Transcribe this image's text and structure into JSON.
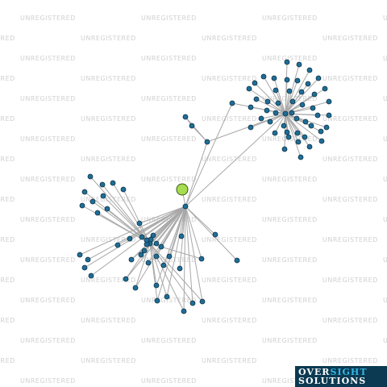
{
  "watermark": {
    "text": "UNREGISTERED"
  },
  "logo": {
    "line1_a": "OVER",
    "line1_b": "SIGHT",
    "line2": "SOLUTIONS"
  },
  "colors": {
    "background": "#ffffff",
    "edge": "#a8a8a8",
    "node_fill": "#1e6e96",
    "node_stroke": "#0d2f45",
    "focus_fill": "#a6dc50",
    "focus_stroke": "#3a5a14",
    "watermark": "#d0d0d0",
    "logo_bg": "#0b3a52",
    "logo_accent": "#33b6e6"
  },
  "graph": {
    "focus_node": "F",
    "nodes": [
      "F",
      "H",
      "T",
      "B",
      "M1",
      "P1",
      "P2",
      "C",
      "R1",
      "R2",
      "G1",
      "G2",
      "G3",
      "G4",
      "G5",
      "G6",
      "G7",
      "G8",
      "G9",
      "G10",
      "L1",
      "L2",
      "L3",
      "L4",
      "L5",
      "L6",
      "L7",
      "L8",
      "L9",
      "L10",
      "L11",
      "L12",
      "L13",
      "L14",
      "L15",
      "L16",
      "L17",
      "L18",
      "L19",
      "L20",
      "L21",
      "L22",
      "L23",
      "L24",
      "L25",
      "L26",
      "L27",
      "L28",
      "L29",
      "L30",
      "L31",
      "L32",
      "U1",
      "U2",
      "U3",
      "U4",
      "U5",
      "U6",
      "U7",
      "U8",
      "U9",
      "U10",
      "U11",
      "U12",
      "U13",
      "U14",
      "U15",
      "U16",
      "U17",
      "U18",
      "U19",
      "U20",
      "U21",
      "U22",
      "U23",
      "U24",
      "U25",
      "U26",
      "U27",
      "U28",
      "U29",
      "U30",
      "U31",
      "U32",
      "U33",
      "U34",
      "U35",
      "U36",
      "U37",
      "U38",
      "U39",
      "U40",
      "U41",
      "U42",
      "U43",
      "U44",
      "U45",
      "U46",
      "U47",
      "U48"
    ],
    "edges": [
      [
        "F",
        "H"
      ],
      [
        "H",
        "T"
      ],
      [
        "H",
        "B"
      ],
      [
        "H",
        "M1"
      ],
      [
        "H",
        "C"
      ],
      [
        "H",
        "R1"
      ],
      [
        "H",
        "R2"
      ],
      [
        "H",
        "L1"
      ],
      [
        "H",
        "L2"
      ],
      [
        "H",
        "L3"
      ],
      [
        "H",
        "L4"
      ],
      [
        "H",
        "L5"
      ],
      [
        "H",
        "L6"
      ],
      [
        "H",
        "L7"
      ],
      [
        "H",
        "L8"
      ],
      [
        "H",
        "L9"
      ],
      [
        "H",
        "L10"
      ],
      [
        "H",
        "L11"
      ],
      [
        "H",
        "L12"
      ],
      [
        "T",
        "P1"
      ],
      [
        "T",
        "P2"
      ],
      [
        "T",
        "M1"
      ],
      [
        "P1",
        "P2"
      ],
      [
        "M1",
        "B"
      ],
      [
        "M1",
        "U1"
      ],
      [
        "M1",
        "U2"
      ],
      [
        "M1",
        "U3"
      ],
      [
        "M1",
        "U4"
      ],
      [
        "M1",
        "U5"
      ],
      [
        "M1",
        "U6"
      ],
      [
        "M1",
        "U7"
      ],
      [
        "M1",
        "U8"
      ],
      [
        "M1",
        "U9"
      ],
      [
        "M1",
        "U10"
      ],
      [
        "M1",
        "U11"
      ],
      [
        "M1",
        "U12"
      ],
      [
        "M1",
        "U13"
      ],
      [
        "M1",
        "U14"
      ],
      [
        "M1",
        "U15"
      ],
      [
        "M1",
        "U16"
      ],
      [
        "M1",
        "U17"
      ],
      [
        "M1",
        "U18"
      ],
      [
        "M1",
        "U19"
      ],
      [
        "M1",
        "U20"
      ],
      [
        "M1",
        "U21"
      ],
      [
        "M1",
        "U22"
      ],
      [
        "M1",
        "U23"
      ],
      [
        "M1",
        "U24"
      ],
      [
        "M1",
        "U25"
      ],
      [
        "M1",
        "U26"
      ],
      [
        "M1",
        "U27"
      ],
      [
        "M1",
        "U28"
      ],
      [
        "M1",
        "U29"
      ],
      [
        "M1",
        "U30"
      ],
      [
        "M1",
        "U31"
      ],
      [
        "M1",
        "U32"
      ],
      [
        "M1",
        "U33"
      ],
      [
        "M1",
        "U34"
      ],
      [
        "M1",
        "U35"
      ],
      [
        "M1",
        "U36"
      ],
      [
        "M1",
        "U37"
      ],
      [
        "M1",
        "U38"
      ],
      [
        "M1",
        "U39"
      ],
      [
        "M1",
        "U40"
      ],
      [
        "M1",
        "U41"
      ],
      [
        "M1",
        "U42"
      ],
      [
        "M1",
        "U43"
      ],
      [
        "M1",
        "U44"
      ],
      [
        "M1",
        "U45"
      ],
      [
        "M1",
        "U46"
      ],
      [
        "M1",
        "U47"
      ],
      [
        "M1",
        "U48"
      ],
      [
        "C",
        "G1"
      ],
      [
        "C",
        "G2"
      ],
      [
        "C",
        "G3"
      ],
      [
        "C",
        "G4"
      ],
      [
        "C",
        "G5"
      ],
      [
        "C",
        "G6"
      ],
      [
        "C",
        "G7"
      ],
      [
        "C",
        "G8"
      ],
      [
        "C",
        "G9"
      ],
      [
        "C",
        "G10"
      ],
      [
        "H",
        "L13"
      ],
      [
        "H",
        "L14"
      ],
      [
        "H",
        "L15"
      ],
      [
        "H",
        "L16"
      ],
      [
        "H",
        "L17"
      ],
      [
        "H",
        "L18"
      ],
      [
        "H",
        "L19"
      ],
      [
        "H",
        "L20"
      ],
      [
        "H",
        "L21"
      ],
      [
        "H",
        "L22"
      ],
      [
        "H",
        "L23"
      ],
      [
        "H",
        "L24"
      ],
      [
        "H",
        "L25"
      ],
      [
        "H",
        "L26"
      ],
      [
        "H",
        "L27"
      ],
      [
        "H",
        "L28"
      ],
      [
        "H",
        "L29"
      ],
      [
        "H",
        "L30"
      ],
      [
        "H",
        "L31"
      ],
      [
        "H",
        "L32"
      ],
      [
        "C",
        "L13"
      ],
      [
        "C",
        "L14"
      ],
      [
        "C",
        "L15"
      ],
      [
        "C",
        "L16"
      ],
      [
        "C",
        "L17"
      ],
      [
        "C",
        "L18"
      ],
      [
        "C",
        "L19"
      ],
      [
        "C",
        "L20"
      ],
      [
        "C",
        "L21"
      ],
      [
        "C",
        "L22"
      ]
    ]
  }
}
